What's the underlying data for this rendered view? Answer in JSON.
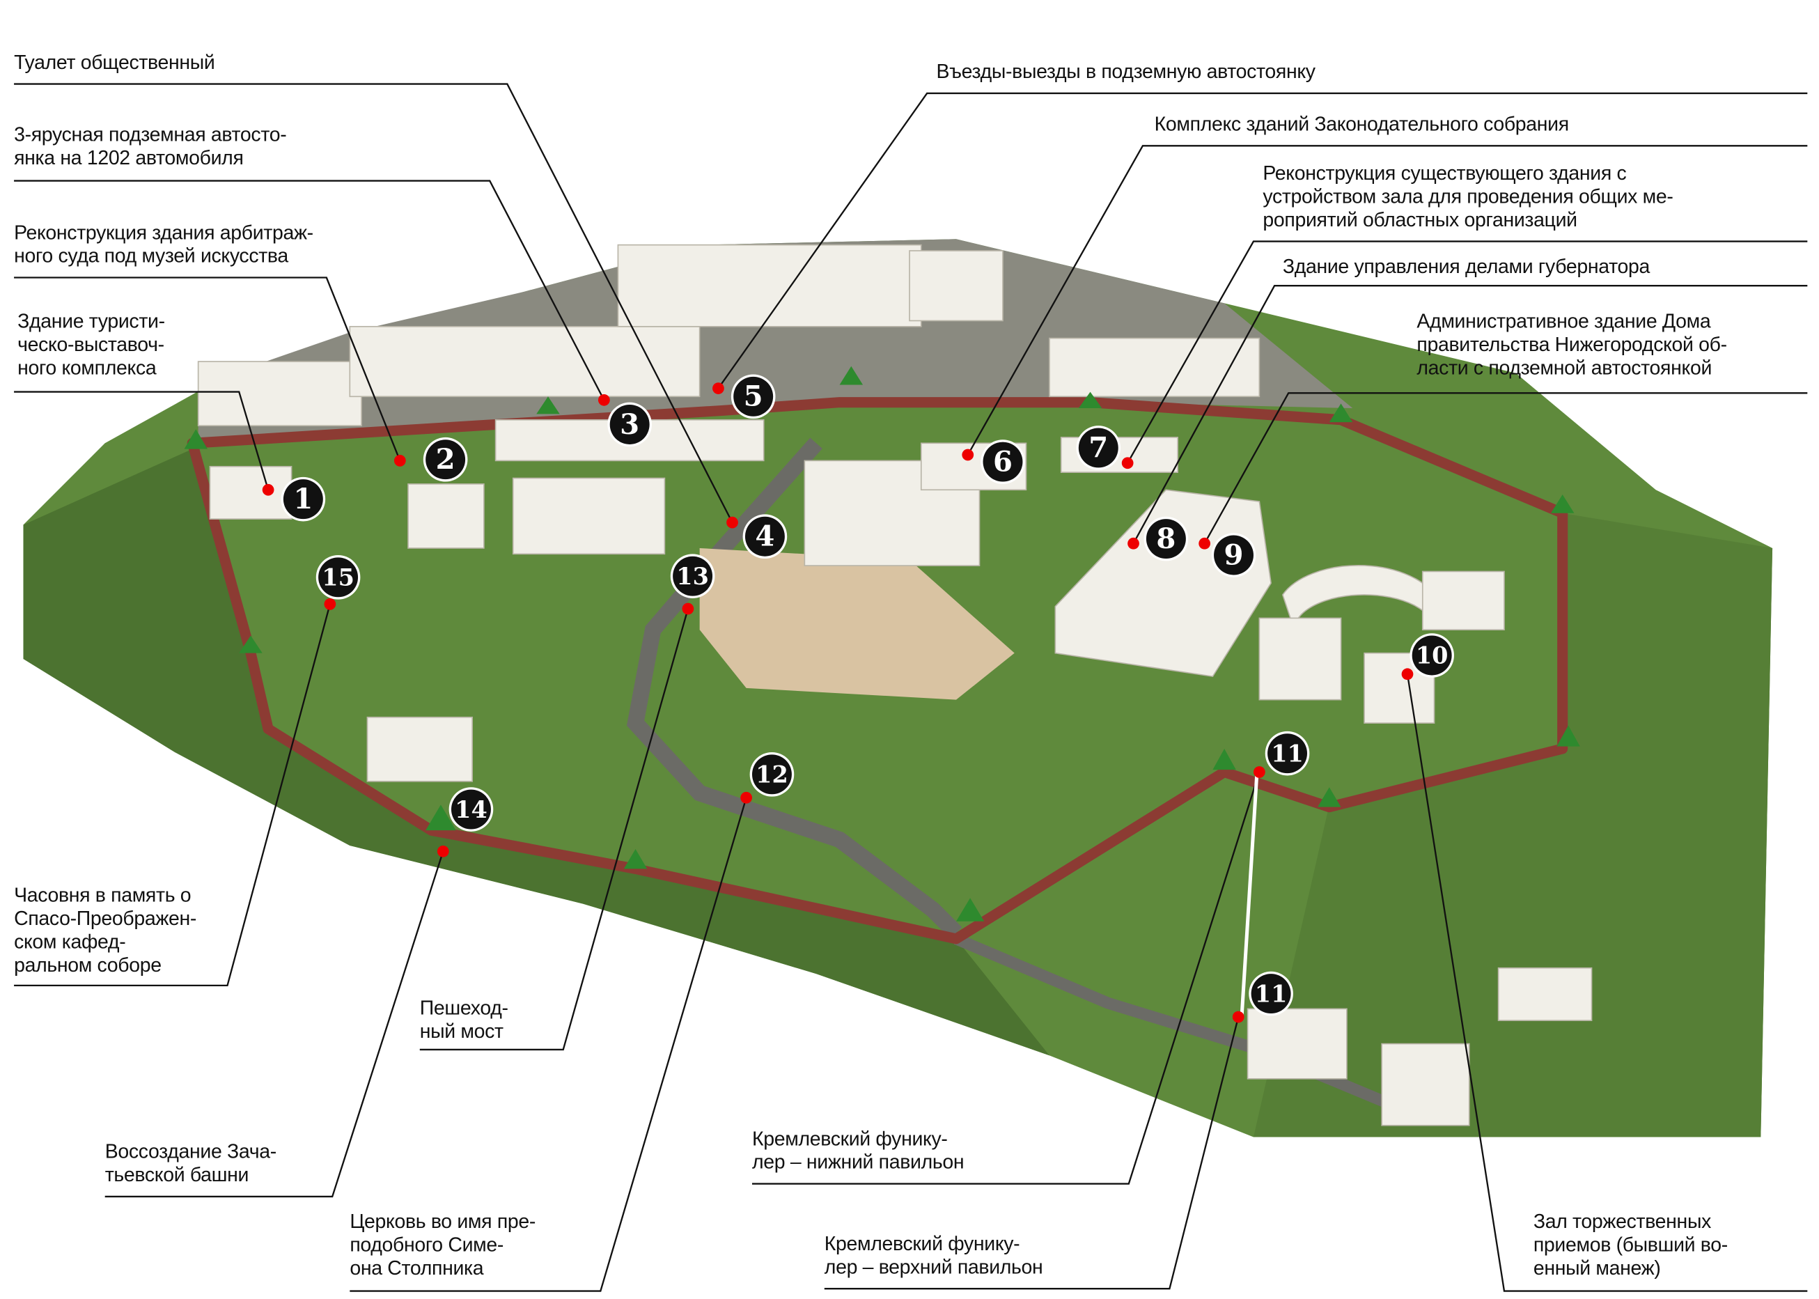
{
  "colors": {
    "terrain": "#5f8a3c",
    "terrain_dark": "#4c7330",
    "wall": "#8c3b33",
    "road": "#6b6b66",
    "plaza": "#e6c9a8",
    "building": "#f1efe8",
    "marker": "#111111",
    "dot": "#e01010"
  },
  "callouts": [
    {
      "id": "toilet",
      "lines": [
        "Туалет общественный"
      ],
      "marker": "4"
    },
    {
      "id": "parking",
      "lines": [
        "3-ярусная подземная автосто-",
        "янка на 1202 автомобиля"
      ],
      "marker": "3"
    },
    {
      "id": "museum",
      "lines": [
        "Реконструкция здания арбитраж-",
        "ного суда под музей искусства"
      ],
      "marker": "2"
    },
    {
      "id": "tourist",
      "lines": [
        "Здание туристи-",
        "ческо-выставоч-",
        "ного комплекса"
      ],
      "marker": "1"
    },
    {
      "id": "entrances",
      "lines": [
        "Въезды-выезды в подземную автостоянку"
      ],
      "marker": "5"
    },
    {
      "id": "assembly",
      "lines": [
        "Комплекс зданий Законодательного собрания"
      ],
      "marker": "6"
    },
    {
      "id": "hall",
      "lines": [
        "Реконструкция существующего здания с",
        "устройством зала для проведения общих ме-",
        "роприятий областных организаций"
      ],
      "marker": "7"
    },
    {
      "id": "governor",
      "lines": [
        "Здание управления делами губернатора"
      ],
      "marker": "8"
    },
    {
      "id": "government",
      "lines": [
        "Административное здание Дома",
        "правительства Нижегородской об-",
        "ласти с подземной автостоянкой"
      ],
      "marker": "9"
    },
    {
      "id": "chapel",
      "lines": [
        "Часовня в память о",
        "Спасо-Преображен-",
        "ском кафед-",
        "ральном соборе"
      ],
      "marker": "15"
    },
    {
      "id": "bridge",
      "lines": [
        "Пешеход-",
        "ный мост"
      ],
      "marker": "13"
    },
    {
      "id": "tower",
      "lines": [
        "Воссоздание Зача-",
        "тьевской башни"
      ],
      "marker": "14"
    },
    {
      "id": "church",
      "lines": [
        "Церковь во имя пре-",
        "подобного Симе-",
        "она Столпника"
      ],
      "marker": "12"
    },
    {
      "id": "funicular_lower",
      "lines": [
        "Кремлевский фунику-",
        "лер – нижний павильон"
      ],
      "marker": "11"
    },
    {
      "id": "funicular_upper",
      "lines": [
        "Кремлевский фунику-",
        "лер – верхний павильон"
      ],
      "marker": "11"
    },
    {
      "id": "manege",
      "lines": [
        "Зал торжественных",
        "приемов (бывший во-",
        "енный манеж)"
      ],
      "marker": "10"
    }
  ],
  "markers": [
    "1",
    "2",
    "3",
    "4",
    "5",
    "6",
    "7",
    "8",
    "9",
    "10",
    "11",
    "11",
    "12",
    "13",
    "14",
    "15"
  ]
}
